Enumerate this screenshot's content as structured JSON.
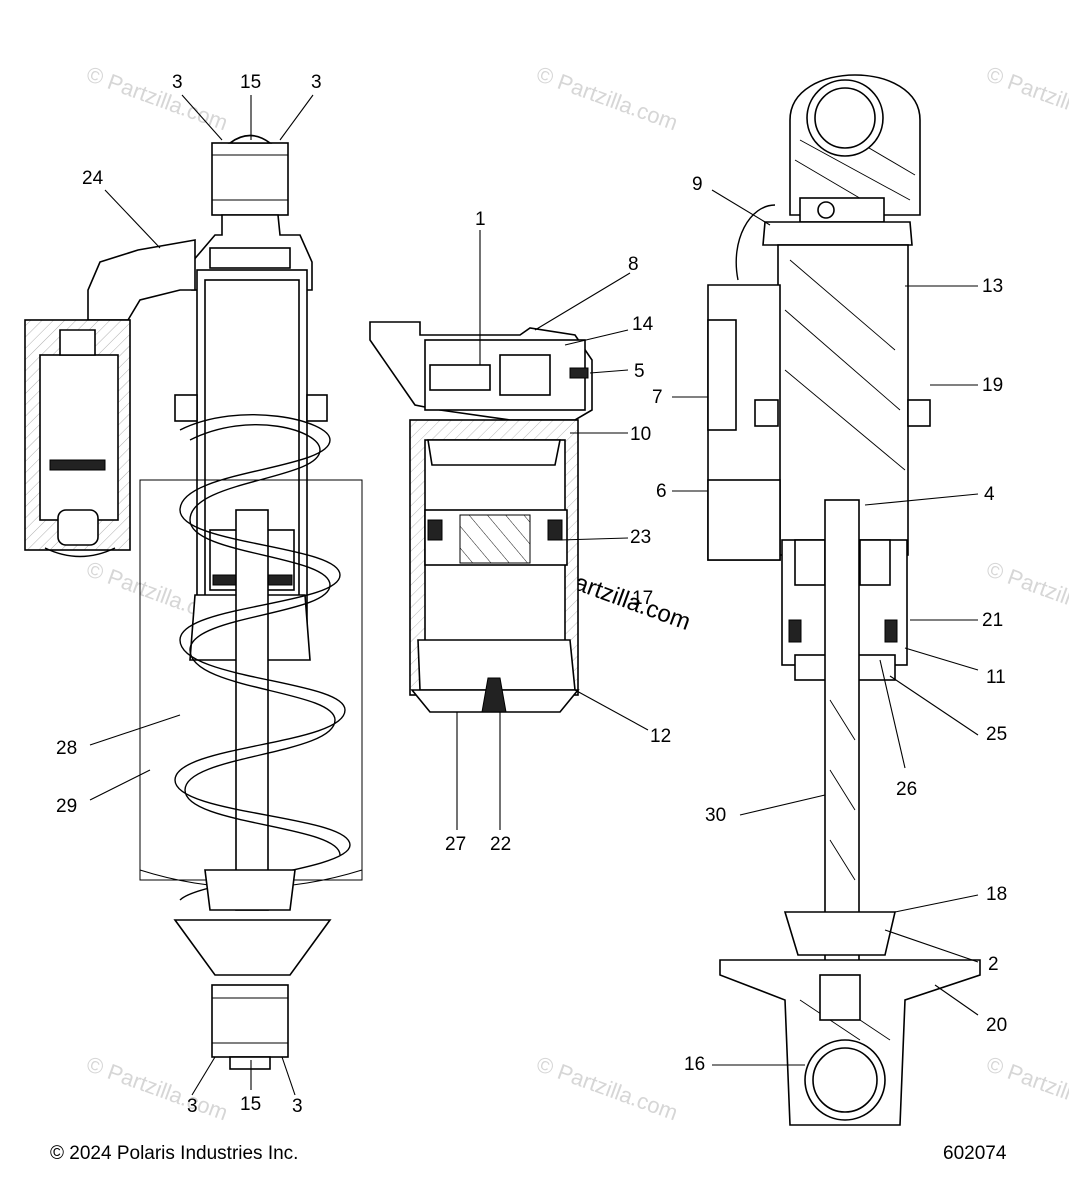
{
  "footer": {
    "copyright": "© 2024 Polaris Industries Inc.",
    "drawing_number": "602074"
  },
  "watermark": {
    "small": "© Partzilla.com",
    "center": "© Partzilla.com"
  },
  "callouts": {
    "left": [
      "3",
      "15",
      "3",
      "24",
      "28",
      "29",
      "3",
      "15",
      "3"
    ],
    "middle": [
      "1",
      "8",
      "14",
      "5",
      "10",
      "23",
      "17",
      "12",
      "27",
      "22"
    ],
    "right": [
      "9",
      "13",
      "7",
      "19",
      "6",
      "4",
      "21",
      "11",
      "25",
      "26",
      "30",
      "18",
      "2",
      "20",
      "16"
    ]
  }
}
